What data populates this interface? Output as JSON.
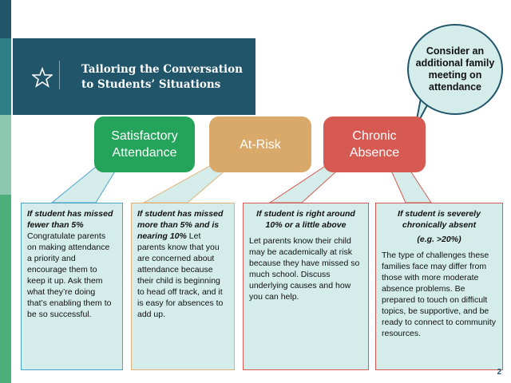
{
  "header": {
    "title": "Tailoring the Conversation to Students’ Situations"
  },
  "callout": {
    "text": "Consider an additional family meeting on attendance"
  },
  "categories": [
    {
      "label": "Satisfactory Attendance",
      "color": "#24a35a"
    },
    {
      "label": "At-Risk",
      "color": "#d9a96a"
    },
    {
      "label": "Chronic Absence",
      "color": "#d65a52"
    }
  ],
  "boxes": [
    {
      "lead": "If student has missed fewer than 5%",
      "body": " Congratulate parents on making attendance a priority and encourage them to keep it up. Ask them what they’re doing that’s enabling them to be so successful."
    },
    {
      "lead": "If student has missed more than 5% and is nearing 10%",
      "body": " Let parents know that you are concerned about attendance because their child is beginning to head off track, and it is easy for absences to add up."
    },
    {
      "lead": "If student is right around 10% or a little above",
      "body": "Let parents know their child may be academically at risk because they have missed so much school. Discuss underlying causes and how you can help."
    },
    {
      "lead": "If student is severely chronically absent",
      "sub": "(e.g. >20%)",
      "body": "The type of challenges these families face may differ from those with more moderate absence problems. Be prepared to touch on difficult topics, be supportive, and be ready to connect to community resources."
    }
  ],
  "page_number": "2",
  "colors": {
    "header": "#20556a",
    "box_fill": "#d4edea",
    "stripe_teal": "#20556a",
    "stripe_green": "#4caf7a"
  }
}
